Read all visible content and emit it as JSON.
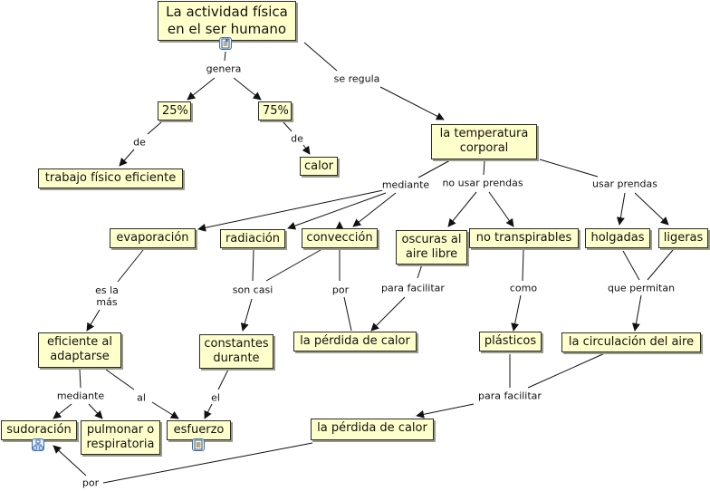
{
  "diagram": {
    "type": "concept-map",
    "accent_colors": {
      "node_fill": "#ffffcc",
      "node_border": "#2a2a2a",
      "line": "#111111",
      "resource_icon": "#2f6fbf"
    },
    "nodes": {
      "root": "La actividad física en el ser humano",
      "pct25": "25%",
      "pct75": "75%",
      "trabajo": "trabajo físico eficiente",
      "calor": "calor",
      "temperatura": "la temperatura corporal",
      "evaporacion": "evaporación",
      "radiacion": "radiación",
      "conveccion": "convección",
      "oscuras": "oscuras al aire libre",
      "no_transpirables": "no transpirables",
      "holgadas": "holgadas",
      "ligeras": "ligeras",
      "eficiente": "eficiente al adaptarse",
      "constantes": "constantes durante",
      "perdida1": "la pérdida de calor",
      "plasticos": "plásticos",
      "circulacion": "la circulación del aire",
      "sudoracion": "sudoración",
      "pulmonar": "pulmonar o respiratoria",
      "esfuerzo": "esfuerzo",
      "perdida2": "la pérdida de calor"
    },
    "link_labels": {
      "genera": "genera",
      "se_regula": "se regula",
      "de1": "de",
      "de2": "de",
      "mediante1": "mediante",
      "no_usar_prendas": "no usar prendas",
      "usar_prendas": "usar prendas",
      "es_la_mas": "es la más",
      "son_casi": "son casi",
      "por1": "por",
      "para_facilitar1": "para facilitar",
      "como": "como",
      "que_permitan": "que permitan",
      "mediante2": "mediante",
      "al": "al",
      "el": "el",
      "para_facilitar2": "para facilitar",
      "por2": "por"
    },
    "resource_icons": {
      "root": "document-icon",
      "sudoracion": "concept-map-icon",
      "esfuerzo": "document-icon"
    }
  }
}
